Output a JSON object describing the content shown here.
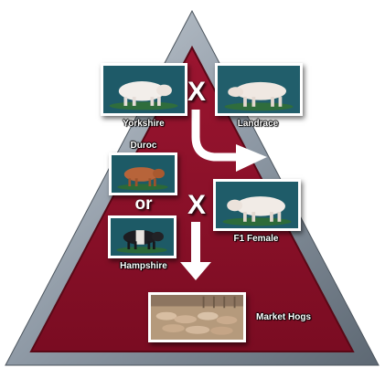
{
  "breeds": {
    "yorkshire": "Yorkshire",
    "landrace": "Landrace",
    "duroc": "Duroc",
    "hampshire": "Hampshire",
    "f1_female": "F1 Female",
    "market_hogs": "Market Hogs"
  },
  "symbols": {
    "cross_top": "X",
    "cross_bottom": "X",
    "or": "or"
  },
  "colors": {
    "triangle_fill": "#8c0f26",
    "triangle_border": "#8f9aa6",
    "arrow": "#ffffff",
    "photo_background": "#1e5a68"
  }
}
